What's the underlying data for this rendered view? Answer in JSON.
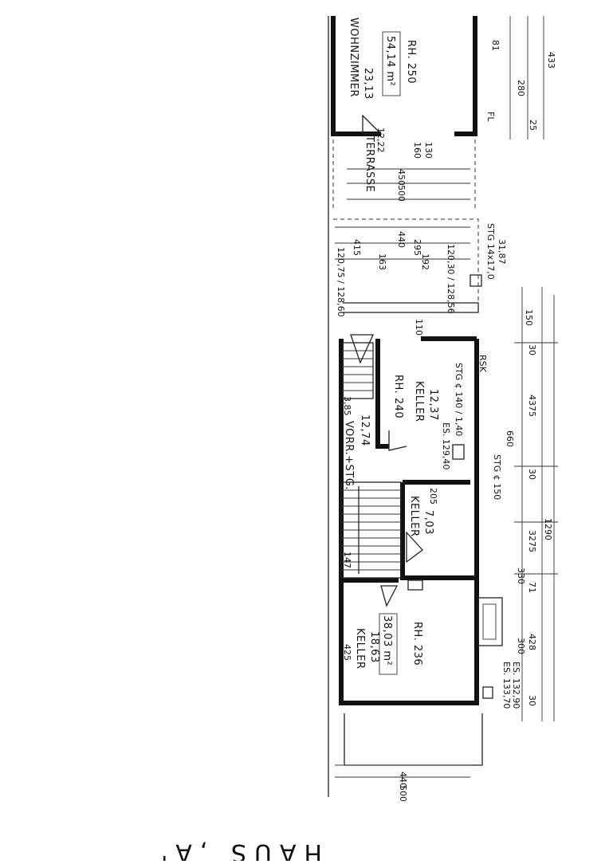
{
  "plan": {
    "title": "HAUS ‚A'",
    "rooms": [
      {
        "name": "WOHNZIMMER",
        "area": "23,13",
        "total_area": "54,14 m²",
        "height": "RH. 250"
      },
      {
        "name": "TERRASSE",
        "area": "12,22"
      },
      {
        "name": "KELLER",
        "area": "12,37",
        "height": "RH. 240",
        "level": "ES. 129,40"
      },
      {
        "name": "VORR.+STG.",
        "area": "12,74",
        "extra": "3,85"
      },
      {
        "name": "KELLER",
        "area": "7,03"
      },
      {
        "name": "KELLER",
        "area": "18,63",
        "total_area": "38,03 m²",
        "height": "RH. 236"
      }
    ],
    "annotations": {
      "levels_top": "120,75 / 128,60",
      "levels_mid": "120,30 / 128,56",
      "stg": "STG 14x17,0",
      "stg_area": "31,87",
      "rsk": "RSK",
      "stg_lower": "STG ¢ 150",
      "stg_mid": "STG ¢ 140 / 1,40",
      "levels_bottom_1": "ES. 133,70",
      "levels_bottom_2": "ES. 132,90",
      "fl": "FL"
    },
    "dimensions": {
      "d_280": "280",
      "d_433": "433",
      "d_25": "25",
      "d_81": "81",
      "d_160": "160",
      "d_130": "130",
      "d_450": "450",
      "d_500a": "500",
      "d_440a": "440",
      "d_415": "415",
      "d_295": "295",
      "d_163": "163",
      "d_192": "192",
      "d_150": "150",
      "d_30a": "30",
      "d_4375": "4375",
      "d_660": "660",
      "d_30b": "30",
      "d_3275": "3275",
      "d_1290": "1290",
      "d_330": "330",
      "d_71": "71",
      "d_428": "428",
      "d_300": "300",
      "d_30c": "30",
      "d_440b": "440",
      "d_500b": "500",
      "d_110": "110",
      "d_205": "205",
      "d_425": "425",
      "d_147": "147"
    }
  }
}
